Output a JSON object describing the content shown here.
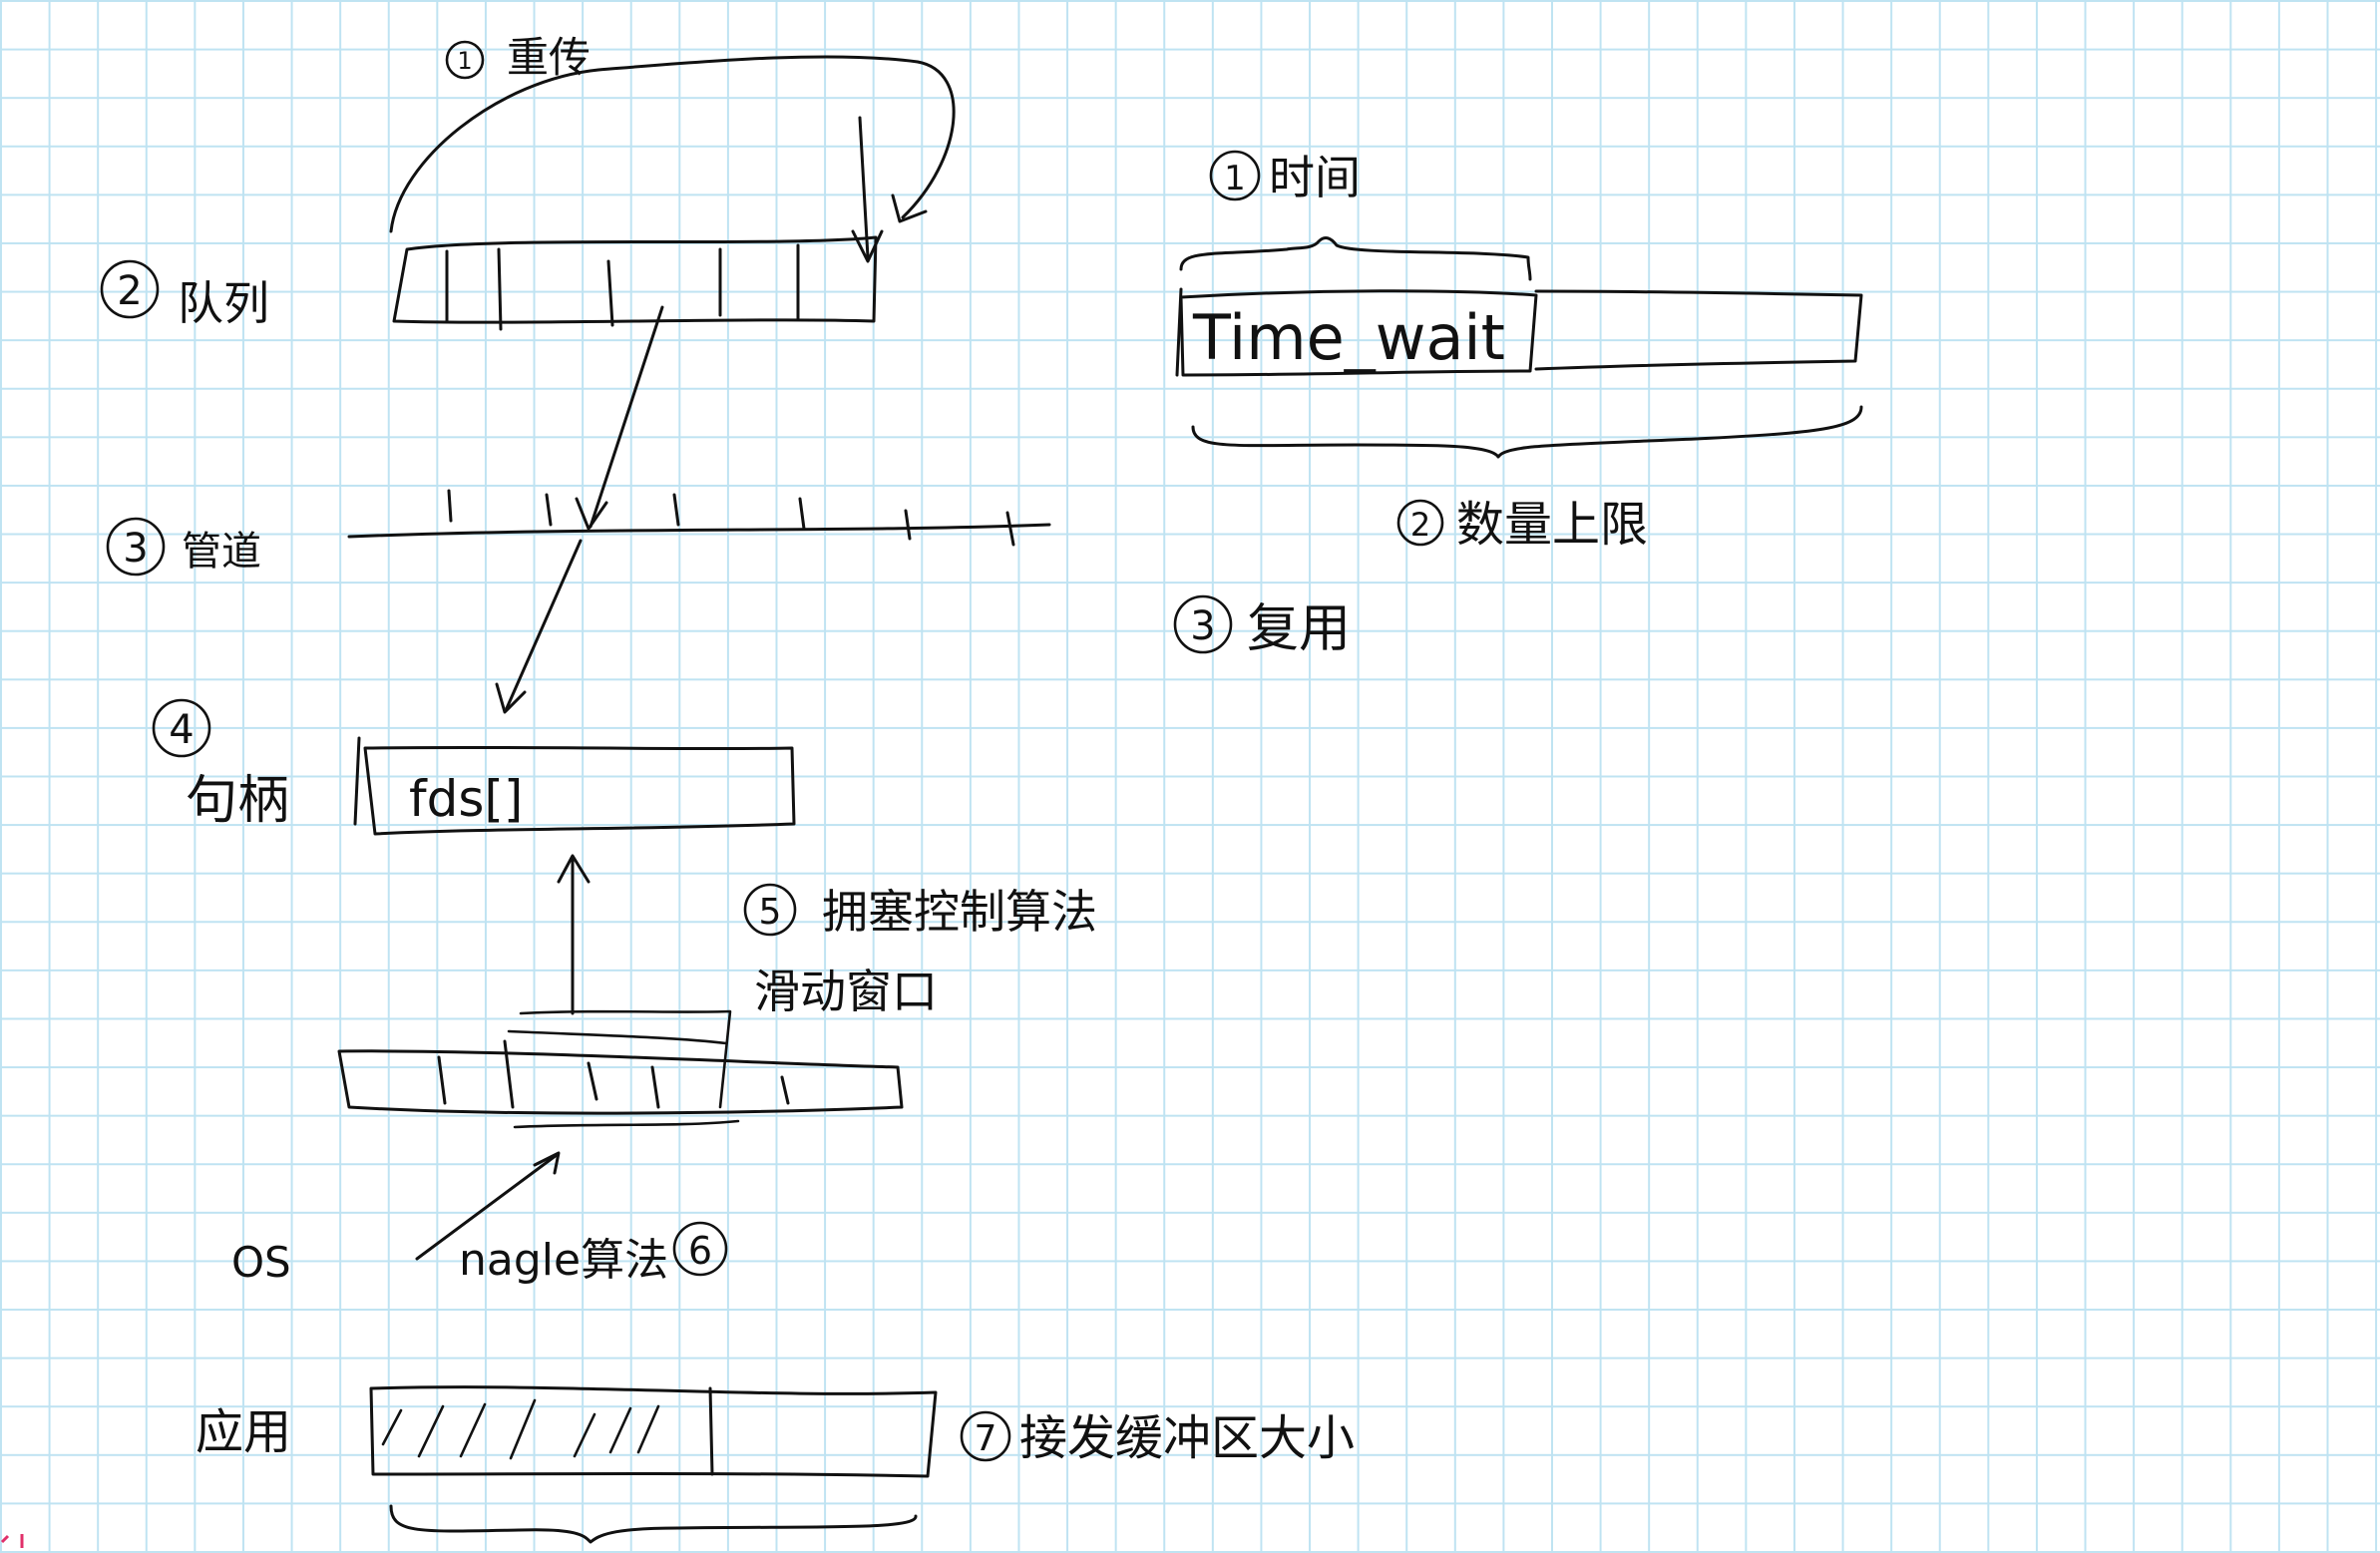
{
  "notes": {
    "left": {
      "retransmit": {
        "num": "1",
        "text": "重传"
      },
      "queue": {
        "num": "2",
        "text": "队列"
      },
      "pipeline": {
        "num": "3",
        "text": "管道"
      },
      "handle": {
        "num": "4",
        "text": "句柄",
        "box_text": "fds[]"
      },
      "congestion": {
        "num": "5",
        "text": "拥塞控制算法",
        "text2": "滑动窗口"
      },
      "nagle": {
        "num": "6",
        "text": "nagle算法"
      },
      "os": {
        "text": "OS"
      },
      "app": {
        "text": "应用"
      },
      "buffer": {
        "num": "7",
        "text": "接发缓冲区大小"
      }
    },
    "right": {
      "time": {
        "num": "1",
        "text": "时间"
      },
      "time_wait": {
        "text": "Time_wait"
      },
      "limit": {
        "num": "2",
        "text": "数量上限"
      },
      "reuse": {
        "num": "3",
        "text": "复用"
      }
    }
  },
  "colors": {
    "ink": "#111111",
    "grid": "#bfe3f2",
    "paper": "#ffffff",
    "edge": "#e0306a"
  }
}
